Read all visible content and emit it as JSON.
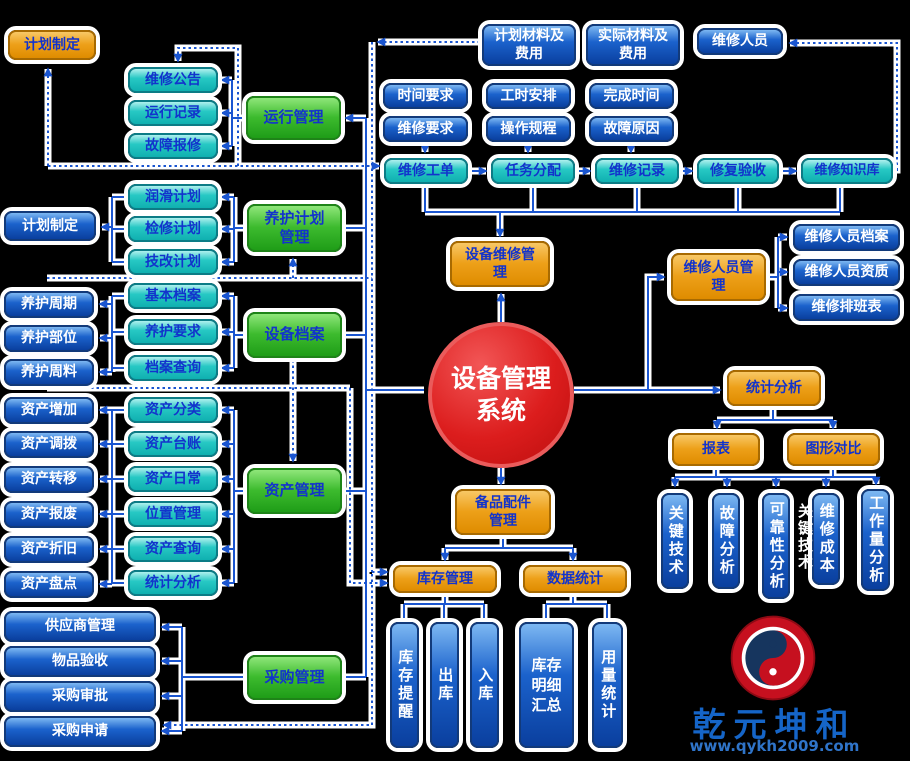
{
  "hub": {
    "title": "设备管理系统"
  },
  "top_left": {
    "plan": "计划制定"
  },
  "ops": {
    "manager": "运行管理",
    "items": [
      "维修公告",
      "运行记录",
      "故障报修"
    ]
  },
  "maintenance_plan": {
    "manager": "养护计划管理",
    "items": [
      "润滑计划",
      "检修计划",
      "技改计划"
    ],
    "output": "计划制定"
  },
  "equipment_archive": {
    "manager": "设备档案",
    "items": [
      "基本档案",
      "养护要求",
      "档案查询"
    ],
    "outputs": [
      "养护周期",
      "养护部位",
      "养护周料"
    ]
  },
  "assets": {
    "manager": "资产管理",
    "items": [
      "资产分类",
      "资产台账",
      "资产日常",
      "位置管理",
      "资产查询",
      "统计分析"
    ],
    "outputs": [
      "资产增加",
      "资产调拨",
      "资产转移",
      "资产报废",
      "资产折旧",
      "资产盘点"
    ]
  },
  "purchase": {
    "manager": "采购管理",
    "outputs": [
      "供应商管理",
      "物品验收",
      "采购审批",
      "采购申请"
    ]
  },
  "workflow": {
    "inputs_top": [
      "计划材料及费用",
      "实际材料及费用",
      "维修人员"
    ],
    "inputs": [
      "时间要求",
      "维修要求",
      "工时安排",
      "操作规程",
      "完成时间",
      "故障原因"
    ],
    "steps": [
      "维修工单",
      "任务分配",
      "维修记录",
      "修复验收",
      "维修知识库"
    ]
  },
  "repair_mgmt": {
    "label": "设备维修管理"
  },
  "staff": {
    "manager": "维修人员管理",
    "items": [
      "维修人员档案",
      "维修人员资质",
      "维修排班表"
    ]
  },
  "analysis": {
    "root": "统计分析",
    "children": [
      "报表",
      "图形对比"
    ],
    "bars": [
      "关键技术",
      "故障分析",
      "可靠性分析",
      "维修成本",
      "工作量分析"
    ],
    "floating_label": "关键技术"
  },
  "spare_parts": {
    "root": "备品配件管理",
    "children": [
      "库存管理",
      "数据统计"
    ],
    "inventory_items": [
      "库存提醒",
      "出库",
      "入库"
    ],
    "stats_items": [
      "库存明细汇总",
      "用量统计"
    ]
  },
  "logo": {
    "company": "乾元坤和",
    "website": "www.qykh2009.com"
  },
  "colors": {
    "orange": "#ed9f16",
    "green": "#3dbb2e",
    "cyan": "#27c8c4",
    "blue": "#1b62cc",
    "red": "#d41414",
    "line": "#1a55d0"
  }
}
